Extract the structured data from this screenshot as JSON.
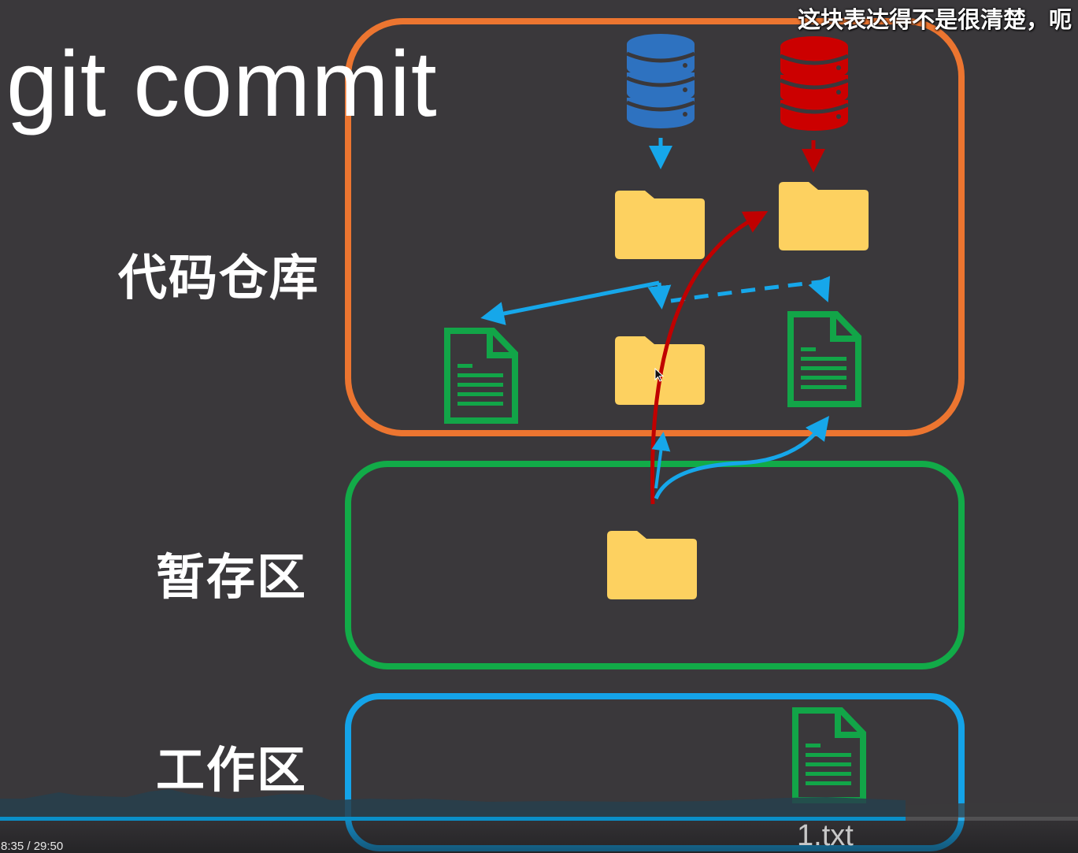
{
  "slide": {
    "title": "git commit",
    "subtitle_caption": "这块表达得不是很清楚，呃",
    "zones": [
      {
        "id": "repository",
        "label": "代码仓库",
        "border_color": "#ec7530"
      },
      {
        "id": "staging",
        "label": "暂存区",
        "border_color": "#12ab48"
      },
      {
        "id": "workspace",
        "label": "工作区",
        "border_color": "#14a3e8"
      }
    ],
    "workspace_file": {
      "name": "1.txt",
      "icon": "text-file-icon"
    },
    "icons": {
      "repo_db_blue": "database-icon",
      "repo_db_red": "database-icon",
      "folder": "folder-icon",
      "file": "text-file-icon",
      "cursor": "mouse-pointer-icon"
    },
    "colors": {
      "background": "#3a383b",
      "db_blue": "#2e72c0",
      "db_red": "#cc0000",
      "folder": "#fdd160",
      "file_green": "#12a548",
      "arrow_blue": "#16a7ea",
      "arrow_red": "#c00000"
    }
  },
  "player": {
    "current_time": "8:35",
    "duration": "29:50",
    "time_display": "8:35 / 29:50",
    "progress_percent": 29
  }
}
